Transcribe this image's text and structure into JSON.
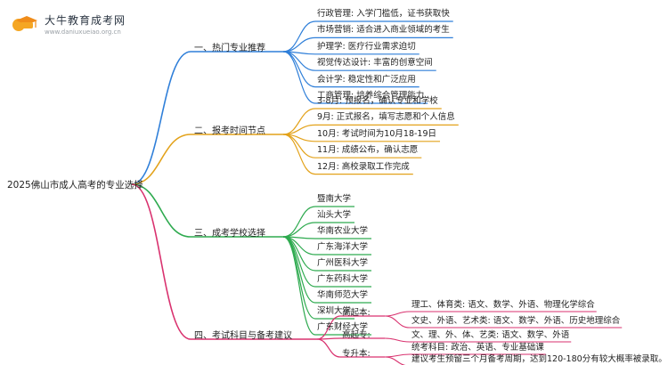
{
  "logo": {
    "title": "大牛教育成考网",
    "url": "www.daniuxueiao.org.cn"
  },
  "root": "2025佛山市成人高考的专业选择",
  "branches": [
    {
      "label": "一、热门专业推荐",
      "color": "#2f7fd9",
      "items": [
        "行政管理: 入学门槛低，证书获取快",
        "市场营销: 适合进入商业领域的考生",
        "护理学: 医疗行业需求迫切",
        "视觉传达设计: 丰富的创意空间",
        "会计学: 稳定性和广泛应用",
        "工商管理: 培养综合管理能力"
      ]
    },
    {
      "label": "二、报考时间节点",
      "color": "#e3a21a",
      "items": [
        "3-8月: 预报名，确认专业和学校",
        "9月: 正式报名，填写志愿和个人信息",
        "10月: 考试时间为10月18-19日",
        "11月: 成绩公布，确认志愿",
        "12月: 高校录取工作完成"
      ]
    },
    {
      "label": "三、成考学校选择",
      "color": "#2eaa4f",
      "items": [
        "暨南大学",
        "汕头大学",
        "华南农业大学",
        "广东海洋大学",
        "广州医科大学",
        "广东药科大学",
        "华南师范大学",
        "深圳大学",
        "广东财经大学"
      ]
    },
    {
      "label": "四、考试科目与备考建议",
      "color": "#d9326f",
      "subs": [
        {
          "label": "高起本:",
          "items": [
            "理工、体育类: 语文、数学、外语、物理化学综合",
            "文史、外语、艺术类: 语文、数学、外语、历史地理综合"
          ]
        },
        {
          "label": "高起专:",
          "items": [
            "文、理、外、体、艺类: 语文、数学、外语"
          ]
        },
        {
          "label": "专升本:",
          "items": [
            "统考科目: 政治、英语、专业基础课",
            "建议考生预留三个月备考周期，达到120-180分有较大概率被录取。"
          ]
        }
      ]
    }
  ]
}
